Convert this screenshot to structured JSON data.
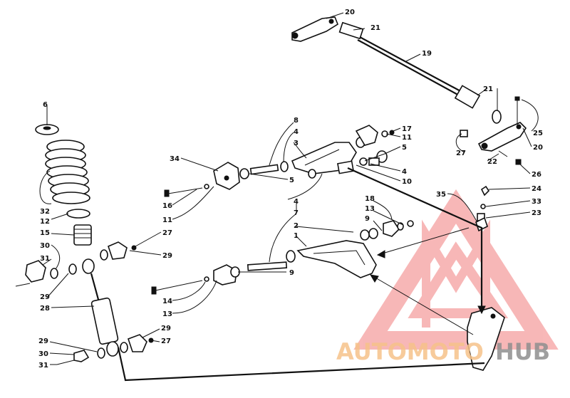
{
  "watermark": {
    "part1": "AUTOMOTO",
    "part2": "HUB",
    "color_main": "#f5a0a0",
    "color_text": "#f6c28a",
    "color_hub": "#8f8f8f"
  },
  "callouts": {
    "c20a": "20",
    "c21a": "21",
    "c19": "19",
    "c21b": "21",
    "c25": "25",
    "c20b": "20",
    "c27a": "27",
    "c22": "22",
    "c26": "26",
    "c24": "24",
    "c33": "33",
    "c23": "23",
    "c35": "35",
    "c6": "6",
    "c8": "8",
    "c17": "17",
    "c4a": "4",
    "c11a": "11",
    "c3": "3",
    "c5a": "5",
    "c34": "34",
    "c4b": "4",
    "c10": "10",
    "c5b": "5",
    "c16": "16",
    "c11b": "11",
    "c32": "32",
    "c12": "12",
    "c15": "15",
    "c4c": "4",
    "c18": "18",
    "c13a": "13",
    "c9a": "9",
    "c7": "7",
    "c2": "2",
    "c1": "1",
    "c27b": "27",
    "c30a": "30",
    "c31a": "31",
    "c29a": "29",
    "c29b": "29",
    "c9b": "9",
    "c28": "28",
    "c14": "14",
    "c13b": "13",
    "c29c": "29",
    "c29d": "29",
    "c27c": "27",
    "c30b": "30",
    "c31b": "31"
  }
}
